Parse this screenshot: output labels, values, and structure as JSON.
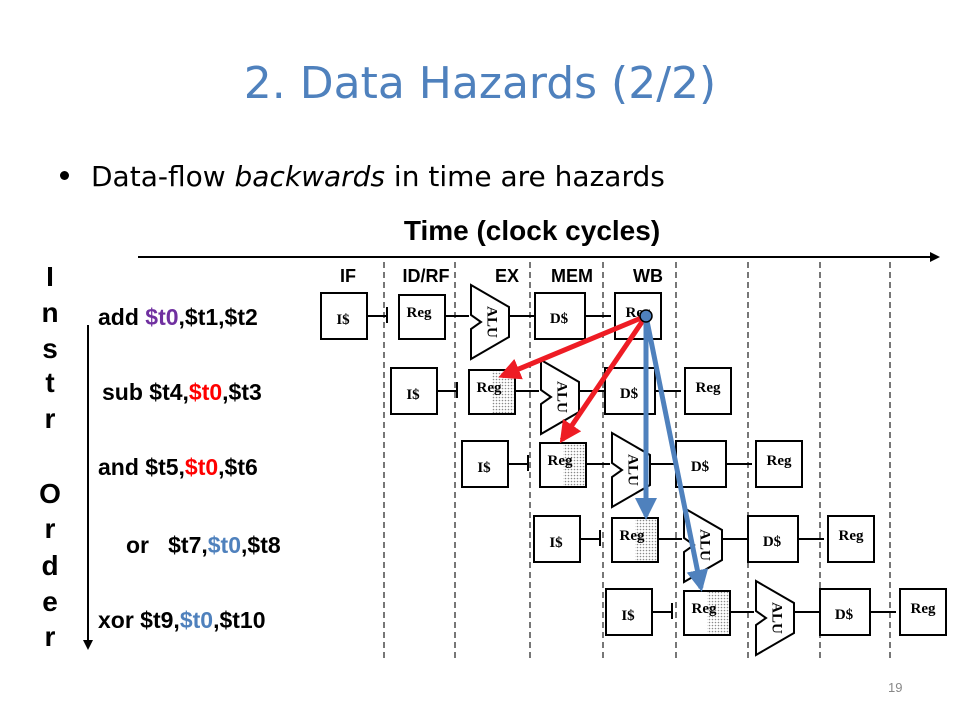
{
  "slide": {
    "title": "2. Data Hazards (2/2)",
    "bullet_prefix": "Data-flow ",
    "bullet_em": "backwards",
    "bullet_suffix": " in time are hazards",
    "page_number": "19"
  },
  "diagram": {
    "time_label": "Time (clock cycles)",
    "stage_labels": [
      "IF",
      "ID/RF",
      "EX",
      "MEM",
      "WB"
    ],
    "vertical_axis_letters": [
      "I",
      "n",
      "s",
      "t",
      "r",
      "O",
      "r",
      "d",
      "e",
      "r"
    ],
    "unit_labels": {
      "icache": "I$",
      "reg": "Reg",
      "alu": "ALU",
      "dcache": "D$"
    },
    "instructions": [
      {
        "parts": [
          {
            "text": "add ",
            "color": "black"
          },
          {
            "text": "$t0",
            "color": "purple"
          },
          {
            "text": ",$t1,$t2",
            "color": "black"
          }
        ]
      },
      {
        "parts": [
          {
            "text": "sub $t4,",
            "color": "black"
          },
          {
            "text": "$t0",
            "color": "red"
          },
          {
            "text": ",$t3",
            "color": "black"
          }
        ]
      },
      {
        "parts": [
          {
            "text": "and $t5,",
            "color": "black"
          },
          {
            "text": "$t0",
            "color": "red"
          },
          {
            "text": ",$t6",
            "color": "black"
          }
        ]
      },
      {
        "parts": [
          {
            "text": "or   $t7,",
            "color": "black"
          },
          {
            "text": "$t0",
            "color": "blue"
          },
          {
            "text": ",$t8",
            "color": "black"
          }
        ]
      },
      {
        "parts": [
          {
            "text": "xor $t9,",
            "color": "black"
          },
          {
            "text": "$t0",
            "color": "blue"
          },
          {
            "text": ",$t10",
            "color": "black"
          }
        ]
      }
    ],
    "colors": {
      "purple": "#7030a0",
      "red": "#ff0000",
      "blue": "#4f81bd",
      "hazard_arrow_red": "#ee1c24",
      "hazard_arrow_blue": "#4f81bd",
      "title_blue": "#4f81bd"
    }
  }
}
